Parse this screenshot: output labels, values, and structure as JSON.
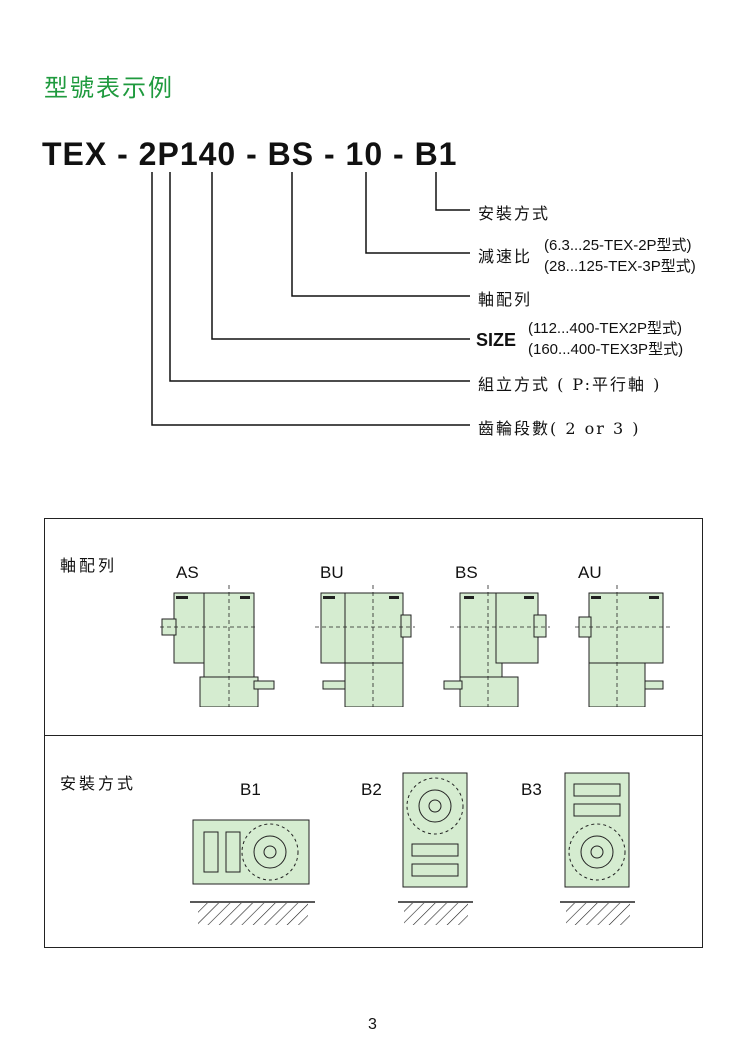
{
  "title": "型號表示例",
  "model_code": "TEX - 2P140 - BS - 10 - B1",
  "labels": {
    "mounting": "安裝方式",
    "ratio": "減速比",
    "ratio_notes": [
      "(6.3...25-TEX-2P型式)",
      "(28...125-TEX-3P型式)"
    ],
    "shaft": "軸配列",
    "size": "SIZE",
    "size_notes": [
      "(112...400-TEX2P型式)",
      "(160...400-TEX3P型式)"
    ],
    "assembly": "組立方式 ( P:平行軸 )",
    "stages": "齒輪段數( 2 or 3 )"
  },
  "shaft_section": {
    "heading": "軸配列",
    "codes": [
      "AS",
      "BU",
      "BS",
      "AU"
    ]
  },
  "mount_section": {
    "heading": "安裝方式",
    "codes": [
      "B1",
      "B2",
      "B3"
    ]
  },
  "page_number": "3",
  "colors": {
    "title": "#1f9a3e",
    "gearbox_fill": "#d5ecd0"
  }
}
